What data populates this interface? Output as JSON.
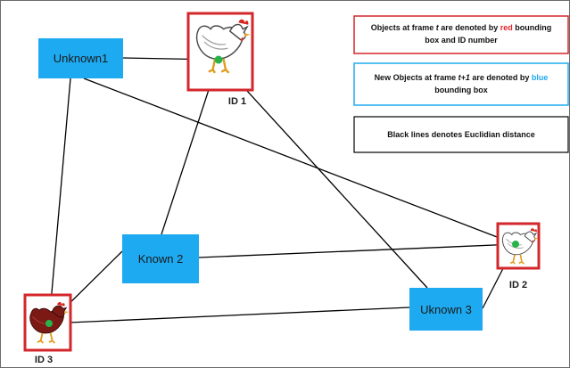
{
  "nodes": {
    "unknown1": "Unknown1",
    "known2": "Known 2",
    "unknown3": "Uknown 3"
  },
  "ids": {
    "id1": "ID 1",
    "id2": "ID 2",
    "id3": "ID 3"
  },
  "legend": {
    "red_box": {
      "line1_prefix": "Objects at frame ",
      "line1_italic": "t",
      "line1_middle": " are denoted by ",
      "line1_colored": "red",
      "line1_suffix": " bounding",
      "line2": "box and ID number"
    },
    "blue_box": {
      "line1_prefix": "New Objects at frame ",
      "line1_italic": "t+1",
      "line1_middle": " are denoted by ",
      "line1_colored": "blue",
      "line2": "bounding box"
    },
    "black_box": {
      "text": "Black lines denotes Euclidian distance"
    }
  },
  "colors": {
    "blue_fill": "#1eaaf1",
    "red_border": "#d3272b",
    "red_text": "#e0242a",
    "blue_text": "#1eaaf1",
    "centroid": "#27b34b",
    "line": "#000000"
  },
  "icons": {
    "chicken_white": "white-chicken-icon",
    "chicken_brown": "brown-chicken-icon"
  }
}
